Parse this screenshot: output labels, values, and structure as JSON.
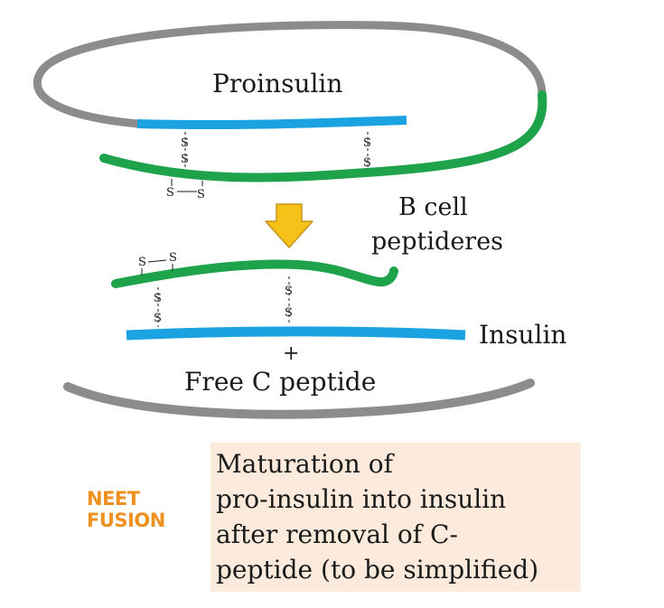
{
  "labels": {
    "proinsulin": "Proinsulin",
    "b_cell_line1": "B cell",
    "b_cell_line2": "peptideres",
    "insulin": "Insulin",
    "plus": "+",
    "free_c_peptide": "Free C peptide",
    "s": "S"
  },
  "caption": {
    "lines": [
      "Maturation of",
      "pro-insulin into insulin",
      "after removal of C-",
      "peptide (to be simplified)"
    ]
  },
  "logo": {
    "line1": "NEET",
    "line2": "FUSION"
  },
  "colors": {
    "c_peptide": "#8c8c8c",
    "a_chain": "#1ea24a",
    "b_chain": "#1aa3e0",
    "arrow": "#f6c21a",
    "caption_bg": "#fcebdc",
    "logo": "#f0901e"
  }
}
